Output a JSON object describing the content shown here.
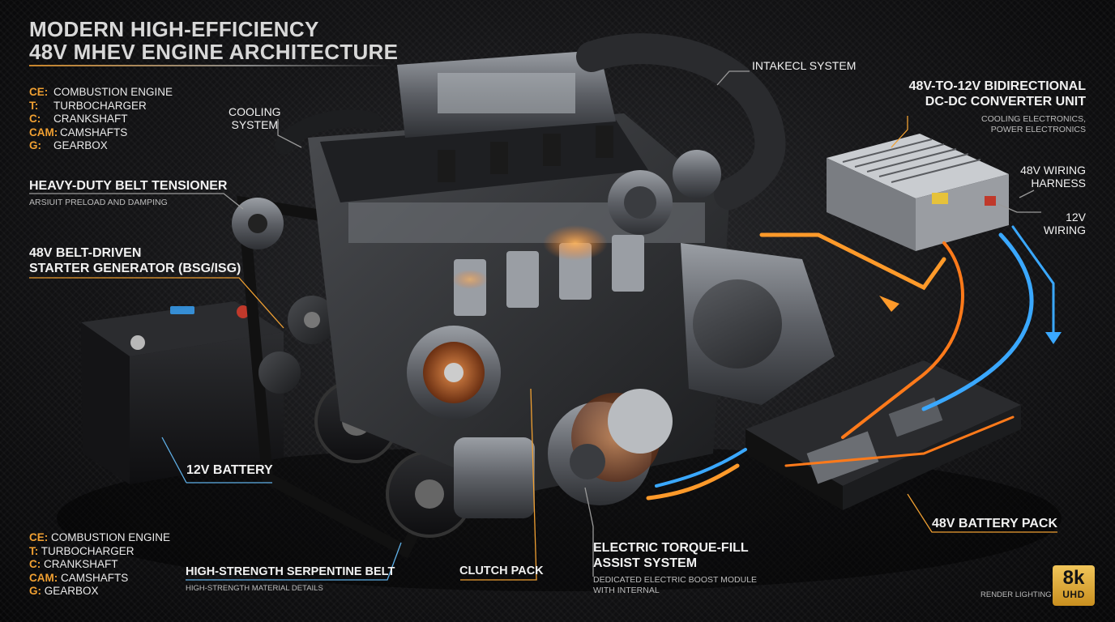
{
  "title": {
    "line1": "MODERN HIGH-EFFICIENCY",
    "line2": "48V MHEV ENGINE ARCHITECTURE"
  },
  "legend_top": [
    {
      "key": "CE:",
      "value": "COMBUSTION ENGINE"
    },
    {
      "key": "T:",
      "value": "TURBOCHARGER"
    },
    {
      "key": "C:",
      "value": "CRANKSHAFT"
    },
    {
      "key": "CAM:",
      "value": "CAMSHAFTS"
    },
    {
      "key": "G:",
      "value": "GEARBOX"
    }
  ],
  "legend_bottom": [
    {
      "key": "CE:",
      "value": "COMBUSTION ENGINE"
    },
    {
      "key": "T:",
      "value": "TURBOCHARGER"
    },
    {
      "key": "C:",
      "value": "CRANKSHAFT"
    },
    {
      "key": "CAM:",
      "value": "CAMSHAFTS"
    },
    {
      "key": "G:",
      "value": "GEARBOX"
    }
  ],
  "labels": {
    "cooling_system": {
      "line1": "COOLING",
      "line2": "SYSTEM"
    },
    "intake_system": "INTAKECL SYSTEM",
    "dcdc": {
      "line1": "48V-to-12V BIDIRECTIONAL",
      "line2": "DC-DC CONVERTER UNIT",
      "sub1": "COOLING ELECTRONICS,",
      "sub2": "POWER ELECTRONICS"
    },
    "wiring_48v": {
      "line1": "48V WIRING",
      "line2": "HARNESS"
    },
    "wiring_12v": {
      "line1": "12V",
      "line2": "WIRING"
    },
    "belt_tensioner": {
      "title": "HEAVY-DUTY BELT TENSIONER",
      "sub": "ARSIUIT PRELOAD AND DAMPING"
    },
    "bsg": {
      "line1": "48V BELT-DRIVEN",
      "line2": "STARTER GENERATOR (BSG/ISG)"
    },
    "battery_12v": "12V BATTERY",
    "serpentine": {
      "title": "HIGH-STRENGTH SERPENTINE BELT",
      "sub": "HIGH-STRENGTH MATERIAL DETAILS"
    },
    "clutch_pack": "CLUTCH PACK",
    "torque_fill": {
      "line1": "ELECTRIC TORQUE-FILL",
      "line2": "ASSIST SYSTEM",
      "sub1": "DEDICATED ELECTRIC BOOST MODULE",
      "sub2": "WITH INTERNAL"
    },
    "battery_48v": "48V BATTERY PACK",
    "render_lighting": "RENDER LIGHTING"
  },
  "badge": {
    "line1": "8k",
    "line2": "UHD"
  },
  "colors": {
    "accent_orange": "#f0a032",
    "flow_orange": "#ff9a2a",
    "flow_blue": "#3aa8ff",
    "leader_blue": "#5fb0e8"
  }
}
